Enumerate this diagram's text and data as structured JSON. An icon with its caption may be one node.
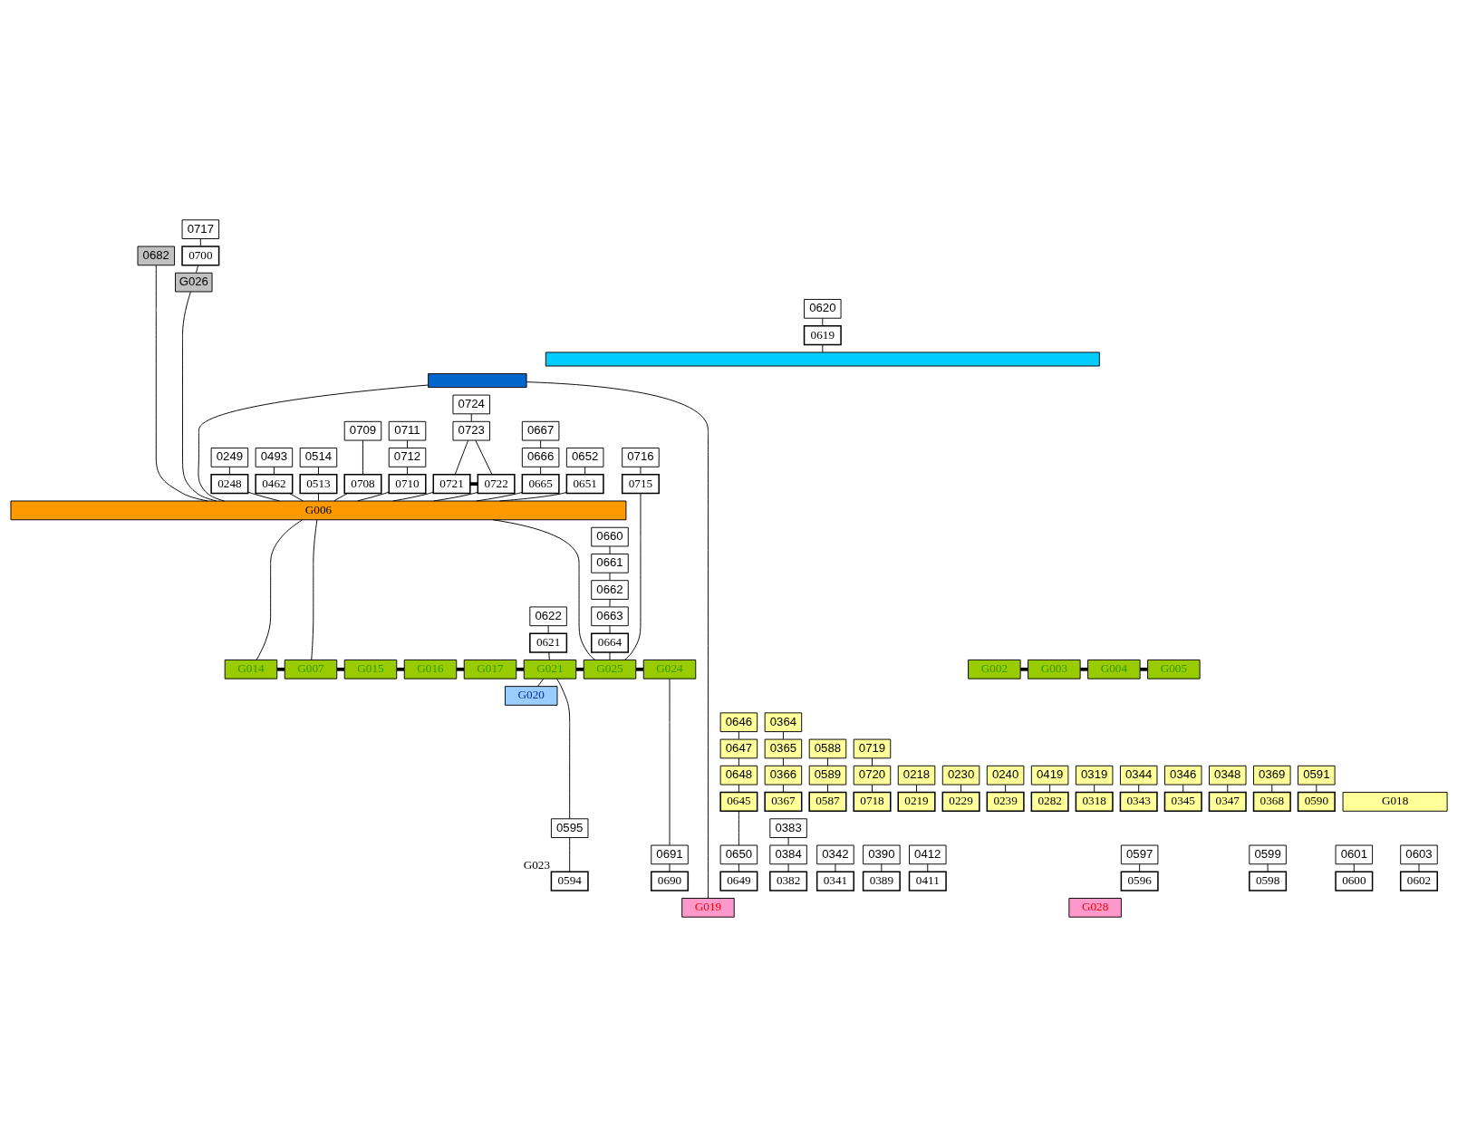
{
  "diagram": {
    "nodes": [
      {
        "text": [
          "0717"
        ]
      },
      {
        "text": [
          "0700"
        ]
      },
      {
        "text": [
          "G026"
        ]
      },
      {
        "text": [
          "0682"
        ]
      },
      {
        "text": [
          "0620"
        ]
      },
      {
        "text": [
          "0619"
        ]
      },
      {
        "text": [],
        "shape": "bar"
      },
      {
        "text": [],
        "shape": "bar"
      },
      {
        "text": [
          "0724"
        ]
      },
      {
        "text": [
          "0709"
        ]
      },
      {
        "text": [
          "0711"
        ]
      },
      {
        "text": [
          "0723"
        ]
      },
      {
        "text": [
          "0667"
        ]
      },
      {
        "text": [
          "0249"
        ]
      },
      {
        "text": [
          "0493"
        ]
      },
      {
        "text": [
          "0514"
        ]
      },
      {
        "text": [
          "0712"
        ]
      },
      {
        "text": [
          "0666"
        ]
      },
      {
        "text": [
          "0652"
        ]
      },
      {
        "text": [
          "0716"
        ]
      },
      {
        "text": [
          "0248"
        ]
      },
      {
        "text": [
          "0462"
        ]
      },
      {
        "text": [
          "0513"
        ]
      },
      {
        "text": [
          "0708"
        ]
      },
      {
        "text": [
          "0710"
        ]
      },
      {
        "text": [
          "0721"
        ]
      },
      {
        "text": [
          "0722"
        ]
      },
      {
        "text": [
          "0665"
        ]
      },
      {
        "text": [
          "0651"
        ]
      },
      {
        "text": [
          "0715"
        ]
      },
      {
        "text": [
          "G006"
        ]
      },
      {
        "text": [
          "0660"
        ]
      },
      {
        "text": [
          "0661"
        ]
      },
      {
        "text": [
          "0662"
        ]
      },
      {
        "text": [
          "0622"
        ]
      },
      {
        "text": [
          "0663"
        ]
      },
      {
        "text": [
          "0621"
        ]
      },
      {
        "text": [
          "0664"
        ]
      },
      {
        "text": [
          "G014"
        ]
      },
      {
        "text": [
          "G007"
        ]
      },
      {
        "text": [
          "G015"
        ]
      },
      {
        "text": [
          "G016"
        ]
      },
      {
        "text": [
          "G017"
        ]
      },
      {
        "text": [
          "G021"
        ]
      },
      {
        "text": [
          "G025"
        ]
      },
      {
        "text": [
          "G024"
        ]
      },
      {
        "text": [
          "G002"
        ]
      },
      {
        "text": [
          "G003"
        ]
      },
      {
        "text": [
          "G004"
        ]
      },
      {
        "text": [
          "G005"
        ]
      },
      {
        "text": [
          "G020"
        ]
      },
      {
        "text": [
          "0646"
        ]
      },
      {
        "text": [
          "0364"
        ]
      },
      {
        "text": [
          "0647"
        ]
      },
      {
        "text": [
          "0365"
        ]
      },
      {
        "text": [
          "0588"
        ]
      },
      {
        "text": [
          "0719"
        ]
      },
      {
        "text": [
          "0218"
        ]
      },
      {
        "text": [
          "0230"
        ]
      },
      {
        "text": [
          "0240"
        ]
      },
      {
        "text": [
          "0419"
        ]
      },
      {
        "text": [
          "0319"
        ]
      },
      {
        "text": [
          "0648"
        ]
      },
      {
        "text": [
          "0344"
        ]
      },
      {
        "text": [
          "0346"
        ]
      },
      {
        "text": [
          "0348"
        ]
      },
      {
        "text": [
          "0366"
        ]
      },
      {
        "text": [
          "0369"
        ]
      },
      {
        "text": [
          "0589"
        ]
      },
      {
        "text": [
          "0591"
        ]
      },
      {
        "text": [
          "0720"
        ]
      },
      {
        "text": [
          "0219"
        ]
      },
      {
        "text": [
          "0229"
        ]
      },
      {
        "text": [
          "0239"
        ]
      },
      {
        "text": [
          "0282"
        ]
      },
      {
        "text": [
          "G018"
        ]
      },
      {
        "text": [
          "0318"
        ]
      },
      {
        "text": [
          "0645"
        ]
      },
      {
        "text": [
          "0343"
        ]
      },
      {
        "text": [
          "0345"
        ]
      },
      {
        "text": [
          "0347"
        ]
      },
      {
        "text": [
          "0367"
        ]
      },
      {
        "text": [
          "0368"
        ]
      },
      {
        "text": [
          "0587"
        ]
      },
      {
        "text": [
          "0590"
        ]
      },
      {
        "text": [
          "0718"
        ]
      },
      {
        "text": [
          "0383"
        ]
      },
      {
        "text": [
          "0595"
        ]
      },
      {
        "text": [
          "0342"
        ]
      },
      {
        "text": [
          "0384"
        ]
      },
      {
        "text": [
          "0390"
        ]
      },
      {
        "text": [
          "0412"
        ]
      },
      {
        "text": [
          "0597"
        ]
      },
      {
        "text": [
          "0599"
        ]
      },
      {
        "text": [
          "0601"
        ]
      },
      {
        "text": [
          "0603"
        ]
      },
      {
        "text": [
          "0650"
        ]
      },
      {
        "text": [
          "0691"
        ]
      },
      {
        "text": [
          "0594"
        ],
        "beside": [
          "G023"
        ]
      },
      {
        "text": [
          "0341"
        ]
      },
      {
        "text": [
          "0382"
        ]
      },
      {
        "text": [
          "0389"
        ]
      },
      {
        "text": [
          "0411"
        ]
      },
      {
        "text": [
          "0596"
        ]
      },
      {
        "text": [
          "0598"
        ]
      },
      {
        "text": [
          "0600"
        ]
      },
      {
        "text": [
          "0602"
        ]
      },
      {
        "text": [
          "0649"
        ]
      },
      {
        "text": [
          "0690"
        ]
      },
      {
        "text": [
          "G019"
        ]
      },
      {
        "text": [
          "G028"
        ]
      }
    ],
    "edges": [
      {
        "from": 0,
        "to": 1,
        "arrow": "none"
      },
      {
        "from": 1,
        "to": 2,
        "arrow": "none"
      },
      {
        "from": 2,
        "to": 30,
        "arrow": "none"
      },
      {
        "from": 3,
        "to": 30,
        "arrow": "none"
      },
      {
        "from": 4,
        "to": 5,
        "arrow": "none"
      },
      {
        "from": 5,
        "to": 6,
        "arrow": "none"
      },
      {
        "from": 7,
        "to": 109,
        "arrow": "none"
      },
      {
        "from": 7,
        "to": 30,
        "arrow": "none"
      },
      {
        "from": 8,
        "to": 11,
        "arrow": "none"
      },
      {
        "from": 11,
        "to": 25,
        "arrow": "none"
      },
      {
        "from": 11,
        "to": 26,
        "arrow": "none"
      },
      {
        "from": 25,
        "to": 26,
        "arrow": "none",
        "style": "thick"
      },
      {
        "from": 25,
        "to": 30,
        "arrow": "none"
      },
      {
        "from": 26,
        "to": 30,
        "arrow": "none"
      },
      {
        "from": 9,
        "to": 23,
        "arrow": "none"
      },
      {
        "from": 10,
        "to": 16,
        "arrow": "none"
      },
      {
        "from": 16,
        "to": 24,
        "arrow": "none"
      },
      {
        "from": 23,
        "to": 30,
        "arrow": "none"
      },
      {
        "from": 24,
        "to": 30,
        "arrow": "none"
      },
      {
        "from": 12,
        "to": 17,
        "arrow": "none"
      },
      {
        "from": 17,
        "to": 27,
        "arrow": "none"
      },
      {
        "from": 27,
        "to": 30,
        "arrow": "none"
      },
      {
        "from": 18,
        "to": 28,
        "arrow": "none"
      },
      {
        "from": 28,
        "to": 30,
        "arrow": "none"
      },
      {
        "from": 13,
        "to": 20,
        "arrow": "none"
      },
      {
        "from": 20,
        "to": 30,
        "arrow": "none"
      },
      {
        "from": 14,
        "to": 21,
        "arrow": "none"
      },
      {
        "from": 21,
        "to": 30,
        "arrow": "none"
      },
      {
        "from": 15,
        "to": 22,
        "arrow": "none"
      },
      {
        "from": 22,
        "to": 30,
        "arrow": "none"
      },
      {
        "from": 19,
        "to": 29,
        "arrow": "none"
      },
      {
        "from": 29,
        "to": 44,
        "arrow": "none"
      },
      {
        "from": 30,
        "to": 38,
        "arrow": "none"
      },
      {
        "from": 30,
        "to": 39,
        "arrow": "none"
      },
      {
        "from": 30,
        "to": 44,
        "arrow": "none"
      },
      {
        "from": 31,
        "to": 32,
        "arrow": "none"
      },
      {
        "from": 32,
        "to": 33,
        "arrow": "none"
      },
      {
        "from": 33,
        "to": 35,
        "arrow": "none"
      },
      {
        "from": 35,
        "to": 37,
        "arrow": "none"
      },
      {
        "from": 37,
        "to": 44,
        "arrow": "none"
      },
      {
        "from": 34,
        "to": 36,
        "arrow": "none"
      },
      {
        "from": 36,
        "to": 43,
        "arrow": "none"
      },
      {
        "from": 38,
        "to": 39,
        "arrow": "none",
        "style": "thick"
      },
      {
        "from": 39,
        "to": 40,
        "arrow": "none",
        "style": "thick"
      },
      {
        "from": 40,
        "to": 41,
        "arrow": "none",
        "style": "thick"
      },
      {
        "from": 41,
        "to": 42,
        "arrow": "none",
        "style": "thick"
      },
      {
        "from": 42,
        "to": 43,
        "arrow": "none",
        "style": "thick"
      },
      {
        "from": 43,
        "to": 44,
        "arrow": "none",
        "style": "thick"
      },
      {
        "from": 44,
        "to": 45,
        "arrow": "none",
        "style": "thick"
      },
      {
        "from": 46,
        "to": 47,
        "arrow": "none",
        "style": "thick"
      },
      {
        "from": 47,
        "to": 48,
        "arrow": "none",
        "style": "thick"
      },
      {
        "from": 48,
        "to": 49,
        "arrow": "none",
        "style": "thick"
      },
      {
        "from": 43,
        "to": 50,
        "arrow": "none"
      },
      {
        "from": 43,
        "to": 87,
        "arrow": "none"
      },
      {
        "from": 87,
        "to": 98,
        "arrow": "none"
      },
      {
        "from": 45,
        "to": 97,
        "arrow": "none"
      },
      {
        "from": 97,
        "to": 108,
        "arrow": "none"
      },
      {
        "from": 51,
        "to": 53,
        "arrow": "none"
      },
      {
        "from": 53,
        "to": 62,
        "arrow": "none"
      },
      {
        "from": 62,
        "to": 77,
        "arrow": "none"
      },
      {
        "from": 77,
        "to": 96,
        "arrow": "none"
      },
      {
        "from": 96,
        "to": 107,
        "arrow": "none"
      },
      {
        "from": 52,
        "to": 54,
        "arrow": "none"
      },
      {
        "from": 54,
        "to": 66,
        "arrow": "none"
      },
      {
        "from": 66,
        "to": 81,
        "arrow": "none"
      },
      {
        "from": 55,
        "to": 68,
        "arrow": "none"
      },
      {
        "from": 68,
        "to": 83,
        "arrow": "none"
      },
      {
        "from": 56,
        "to": 70,
        "arrow": "none"
      },
      {
        "from": 70,
        "to": 85,
        "arrow": "none"
      },
      {
        "from": 57,
        "to": 71,
        "arrow": "none"
      },
      {
        "from": 58,
        "to": 72,
        "arrow": "none"
      },
      {
        "from": 59,
        "to": 73,
        "arrow": "none"
      },
      {
        "from": 60,
        "to": 74,
        "arrow": "none"
      },
      {
        "from": 61,
        "to": 76,
        "arrow": "none"
      },
      {
        "from": 63,
        "to": 78,
        "arrow": "none"
      },
      {
        "from": 64,
        "to": 79,
        "arrow": "none"
      },
      {
        "from": 65,
        "to": 80,
        "arrow": "none"
      },
      {
        "from": 67,
        "to": 82,
        "arrow": "none"
      },
      {
        "from": 69,
        "to": 84,
        "arrow": "none"
      },
      {
        "from": 86,
        "to": 89,
        "arrow": "none"
      },
      {
        "from": 89,
        "to": 100,
        "arrow": "none"
      },
      {
        "from": 88,
        "to": 99,
        "arrow": "none"
      },
      {
        "from": 90,
        "to": 101,
        "arrow": "none"
      },
      {
        "from": 91,
        "to": 102,
        "arrow": "none"
      },
      {
        "from": 92,
        "to": 103,
        "arrow": "none"
      },
      {
        "from": 93,
        "to": 104,
        "arrow": "none"
      },
      {
        "from": 94,
        "to": 105,
        "arrow": "none"
      },
      {
        "from": 95,
        "to": 106,
        "arrow": "none"
      }
    ]
  }
}
